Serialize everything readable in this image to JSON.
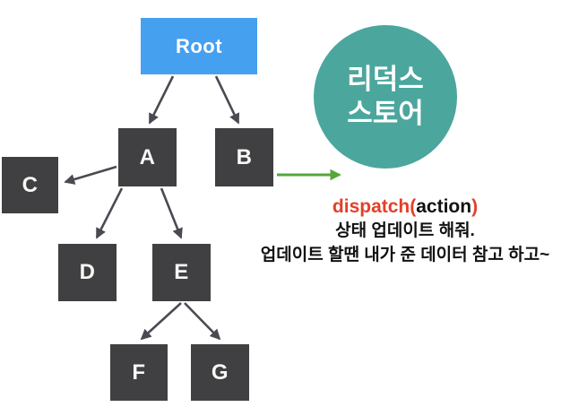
{
  "diagram": {
    "tree": {
      "nodes": [
        {
          "id": "root",
          "label": "Root"
        },
        {
          "id": "a",
          "label": "A"
        },
        {
          "id": "b",
          "label": "B"
        },
        {
          "id": "c",
          "label": "C"
        },
        {
          "id": "d",
          "label": "D"
        },
        {
          "id": "e",
          "label": "E"
        },
        {
          "id": "f",
          "label": "F"
        },
        {
          "id": "g",
          "label": "G"
        }
      ],
      "edges": [
        "root-a",
        "root-b",
        "a-c",
        "a-d",
        "a-e",
        "e-f",
        "e-g"
      ]
    },
    "store": {
      "line1": "리덕스",
      "line2": "스토어"
    },
    "annotation": {
      "dispatch_prefix": "dispatch(",
      "dispatch_arg": "action",
      "dispatch_suffix": ")",
      "line2": "상태 업데이트 해줘.",
      "line3": "업데이트 할땐 내가 준 데이터 참고 하고~"
    },
    "colors": {
      "root_blue": "#46a0f0",
      "node_dark": "#404042",
      "store_teal": "#4ba69e",
      "arrow_gray": "#4a4b52",
      "dispatch_arrow_green": "#53a838",
      "dispatch_red": "#e2402a",
      "text_black": "#111111"
    }
  }
}
